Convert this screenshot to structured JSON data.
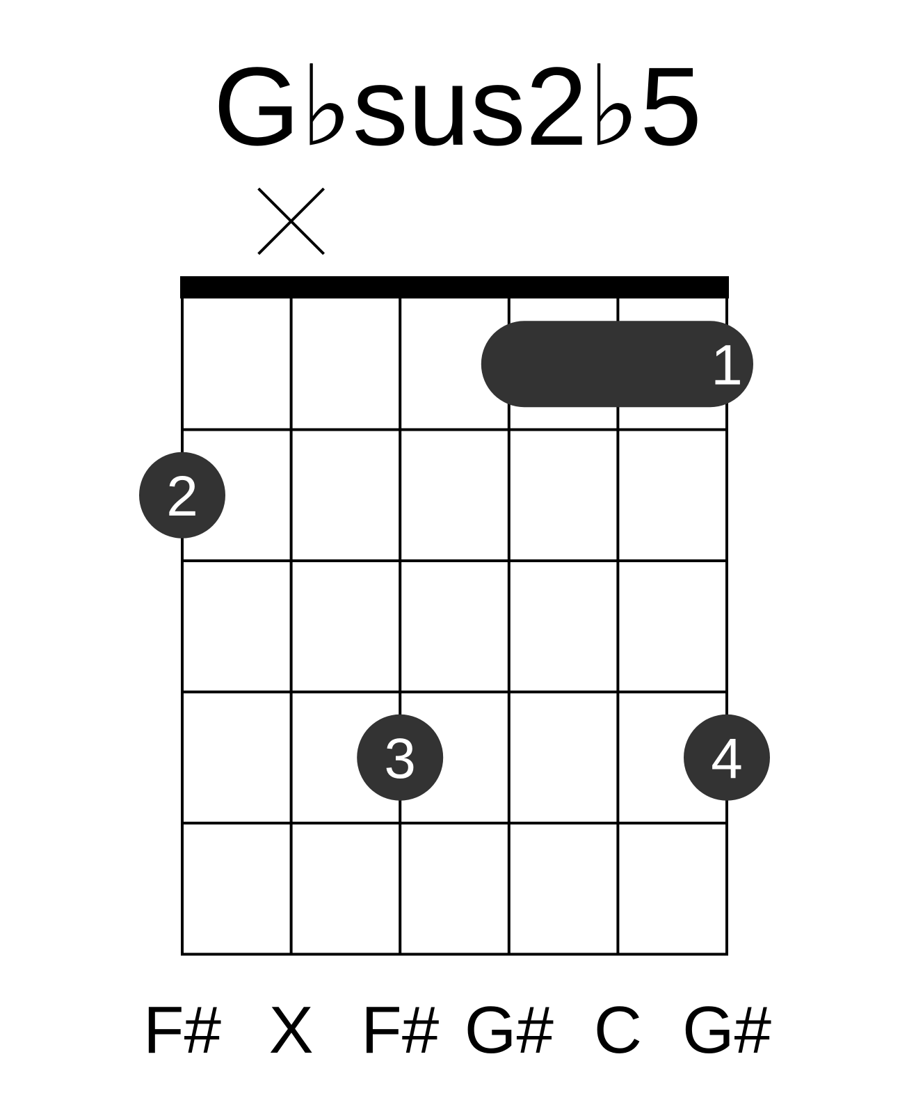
{
  "chord": {
    "name": "G♭sus2♭5"
  },
  "colors": {
    "grid": "#000000",
    "nut": "#000000",
    "marker": "#333333",
    "marker_text": "#ffffff",
    "background": "#ffffff"
  },
  "diagram": {
    "num_strings": 6,
    "num_frets": 5
  },
  "strings": [
    {
      "status": "fretted",
      "note": "F#"
    },
    {
      "status": "muted",
      "note": "X",
      "mark_icon": "x-mark-icon"
    },
    {
      "status": "fretted",
      "note": "F#"
    },
    {
      "status": "fretted",
      "note": "G#"
    },
    {
      "status": "fretted",
      "note": "C"
    },
    {
      "status": "fretted",
      "note": "G#"
    }
  ],
  "fingerings": [
    {
      "finger": "1",
      "fret": 1,
      "from_string": 4,
      "to_string": 6,
      "kind": "barre"
    },
    {
      "finger": "2",
      "fret": 2,
      "string": 1,
      "kind": "dot"
    },
    {
      "finger": "3",
      "fret": 4,
      "string": 3,
      "kind": "dot"
    },
    {
      "finger": "4",
      "fret": 4,
      "string": 6,
      "kind": "dot"
    }
  ]
}
